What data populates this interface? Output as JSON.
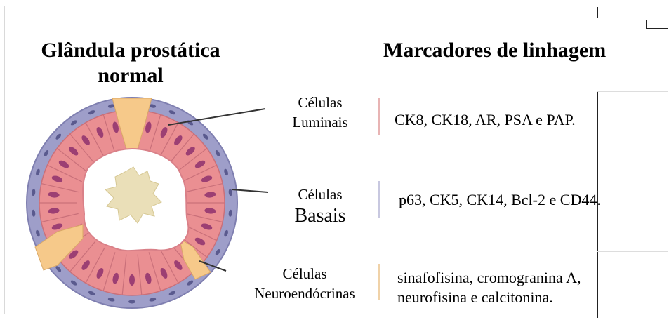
{
  "titles": {
    "gland": "Glândula prostática normal",
    "markers": "Marcadores de linhagem"
  },
  "cell_types": [
    {
      "line1": "Células",
      "line2": "Luminais",
      "markers": "CK8, CK18, AR, PSA e PAP.",
      "bar_color": "#e8b4b4"
    },
    {
      "line1": "Células",
      "line2": "Basais",
      "markers": "p63, CK5, CK14, Bcl-2 e CD44.",
      "bar_color": "#c8c8e0"
    },
    {
      "line1": "Células",
      "line2": "Neuroendócrinas",
      "markers_line1": "sinafofisina, cromogranina A,",
      "markers_line2": "neurofisina e calcitonina.",
      "bar_color": "#f0d2a8"
    }
  ],
  "colors": {
    "basal_layer": "#9e9ec9",
    "luminal_cell": "#ea8f92",
    "luminal_nucleus": "#9c3f73",
    "neuroendocrine_cell": "#f6c98a",
    "lumen": "#ffffff",
    "secretion": "#eadfb8"
  }
}
